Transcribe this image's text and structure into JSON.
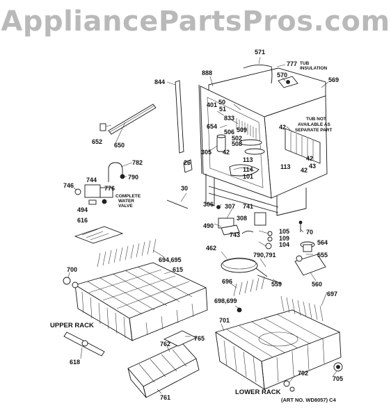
{
  "watermark": "AppliancePartsPros.com",
  "parts": [
    {
      "id": "p571",
      "text": "571"
    },
    {
      "id": "p777",
      "text": "777"
    },
    {
      "id": "tubins1",
      "text": "TUB"
    },
    {
      "id": "tubins2",
      "text": "INSULATION"
    },
    {
      "id": "p888",
      "text": "888"
    },
    {
      "id": "p570",
      "text": "570"
    },
    {
      "id": "p569",
      "text": "569"
    },
    {
      "id": "p844",
      "text": "844"
    },
    {
      "id": "p50",
      "text": "50"
    },
    {
      "id": "p401",
      "text": "401"
    },
    {
      "id": "p51",
      "text": "51"
    },
    {
      "id": "p833",
      "text": "833"
    },
    {
      "id": "p654",
      "text": "654"
    },
    {
      "id": "p506",
      "text": "506"
    },
    {
      "id": "p509",
      "text": "509"
    },
    {
      "id": "p502",
      "text": "502"
    },
    {
      "id": "p508",
      "text": "508"
    },
    {
      "id": "p42a",
      "text": "42"
    },
    {
      "id": "tubnot1",
      "text": "TUB NOT"
    },
    {
      "id": "tubnot2",
      "text": "AVAILABLE AS"
    },
    {
      "id": "tubnot3",
      "text": "SEPARATE PART"
    },
    {
      "id": "p652",
      "text": "652"
    },
    {
      "id": "p650",
      "text": "650"
    },
    {
      "id": "p305",
      "text": "305"
    },
    {
      "id": "p42b",
      "text": "42"
    },
    {
      "id": "p113a",
      "text": "113"
    },
    {
      "id": "p42c",
      "text": "42"
    },
    {
      "id": "p43",
      "text": "43"
    },
    {
      "id": "p782",
      "text": "782"
    },
    {
      "id": "p26",
      "text": "26"
    },
    {
      "id": "p114",
      "text": "114"
    },
    {
      "id": "p113b",
      "text": "113"
    },
    {
      "id": "p42d",
      "text": "42"
    },
    {
      "id": "p101",
      "text": "101"
    },
    {
      "id": "p790a",
      "text": "790"
    },
    {
      "id": "p744",
      "text": "744"
    },
    {
      "id": "p746",
      "text": "746"
    },
    {
      "id": "p776",
      "text": "776"
    },
    {
      "id": "p30",
      "text": "30"
    },
    {
      "id": "cwv1",
      "text": "COMPLETE"
    },
    {
      "id": "cwv2",
      "text": "WATER"
    },
    {
      "id": "cwv3",
      "text": "VALVE"
    },
    {
      "id": "p306",
      "text": "306"
    },
    {
      "id": "p307",
      "text": "307"
    },
    {
      "id": "p741",
      "text": "741"
    },
    {
      "id": "p494",
      "text": "494"
    },
    {
      "id": "p308",
      "text": "308"
    },
    {
      "id": "p616",
      "text": "616"
    },
    {
      "id": "p490",
      "text": "490"
    },
    {
      "id": "p70",
      "text": "70"
    },
    {
      "id": "p105",
      "text": "105"
    },
    {
      "id": "p743",
      "text": "743"
    },
    {
      "id": "p109",
      "text": "109"
    },
    {
      "id": "p564",
      "text": "564"
    },
    {
      "id": "p104",
      "text": "104"
    },
    {
      "id": "p462",
      "text": "462"
    },
    {
      "id": "p694",
      "text": "694,695"
    },
    {
      "id": "p790b",
      "text": "790,791"
    },
    {
      "id": "p555",
      "text": "555"
    },
    {
      "id": "p700",
      "text": "700"
    },
    {
      "id": "p615",
      "text": "615"
    },
    {
      "id": "p559",
      "text": "559"
    },
    {
      "id": "p560",
      "text": "560"
    },
    {
      "id": "p696",
      "text": "696"
    },
    {
      "id": "p697",
      "text": "697"
    },
    {
      "id": "p698",
      "text": "698,699"
    },
    {
      "id": "p701",
      "text": "701"
    },
    {
      "id": "p765",
      "text": "765"
    },
    {
      "id": "p762",
      "text": "762"
    },
    {
      "id": "p618",
      "text": "618"
    },
    {
      "id": "p702",
      "text": "702"
    },
    {
      "id": "p705",
      "text": "705"
    },
    {
      "id": "p761",
      "text": "761"
    }
  ],
  "racks": {
    "upper": "UPPER RACK",
    "lower": "LOWER RACK"
  },
  "art_no": "(ART NO. WD8057)  C4"
}
